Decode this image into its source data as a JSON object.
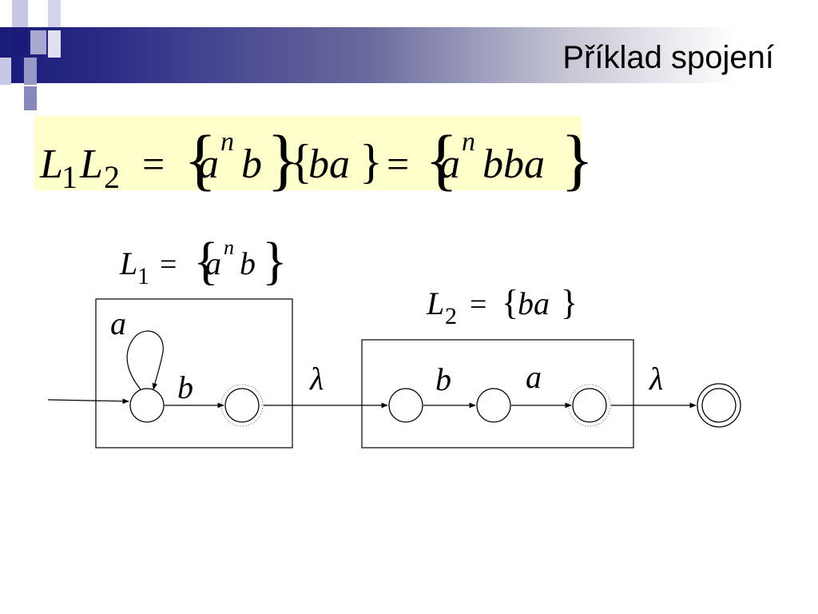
{
  "header": {
    "title": "Příklad spojení"
  },
  "formula_main": {
    "lhs": {
      "L": "L",
      "sub1": "1",
      "L2": "L",
      "sub2": "2"
    },
    "eq1": "=",
    "set1": {
      "open": "{",
      "a": "a",
      "sup": "n",
      "b": "b",
      "close": "}"
    },
    "set2": {
      "open": "{",
      "body": "ba",
      "close": "}"
    },
    "eq2": "=",
    "set3": {
      "open": "{",
      "a": "a",
      "sup": "n",
      "rest": "bba",
      "close": "}"
    }
  },
  "label_L1": {
    "L": "L",
    "sub": "1",
    "eq": "=",
    "open": "{",
    "a": "a",
    "sup": "n",
    "b": "b",
    "close": "}"
  },
  "label_L2": {
    "L": "L",
    "sub": "2",
    "eq": "=",
    "open": "{",
    "body": "ba",
    "close": "}"
  },
  "automaton": {
    "loop_label": "a",
    "edge_b1": "b",
    "lambda1": "λ",
    "edge_b2": "b",
    "edge_a": "a",
    "lambda2": "λ"
  }
}
